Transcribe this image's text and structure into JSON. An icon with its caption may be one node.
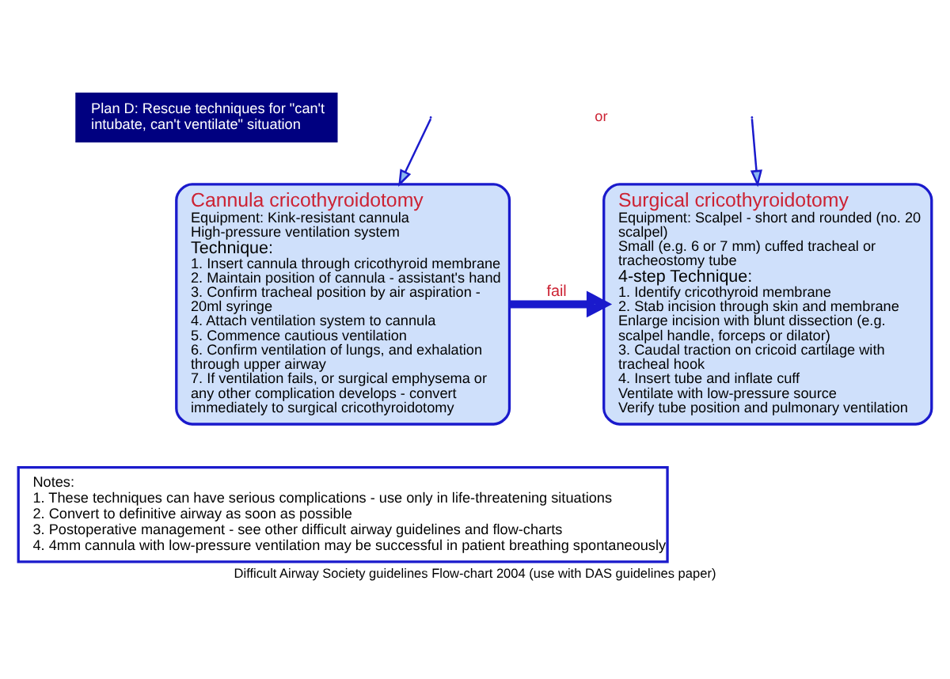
{
  "diagram": {
    "caption": "Difficult Airway Society guidelines Flow-chart 2004 (use with DAS guidelines paper)",
    "nodes": [
      {
        "text": [
          "Plan D: Rescue techniques for \"can't intubate, can't ventilate\" situation"
        ]
      },
      {
        "text": [
          "Cannula cricothyroidotomy",
          "Equipment: Kink-resistant cannula",
          "High-pressure ventilation system",
          "Technique:",
          "1. Insert cannula through cricothyroid membrane",
          "2. Maintain position of cannula - assistant's hand",
          "3. Confirm tracheal position by air aspiration - 20ml syringe",
          "4. Attach ventilation system to cannula",
          "5. Commence cautious ventilation",
          "6. Confirm ventilation of lungs, and exhalation through upper airway",
          "7. If ventilation fails, or surgical emphysema or any other complication develops - convert immediately to surgical cricothyroidotomy"
        ]
      },
      {
        "text": [
          "Surgical cricothyroidotomy",
          "Equipment: Scalpel - short and rounded (no. 20 scalpel)",
          "Small (e.g. 6 or 7 mm) cuffed tracheal or tracheostomy tube",
          "4-step Technique:",
          "1. Identify cricothyroid membrane",
          "2. Stab incision through skin and membrane Enlarge incision with blunt dissection (e.g. scalpel handle, forceps or dilator)",
          "3. Caudal traction on cricoid cartilage with tracheal hook",
          "4. Insert tube and inflate cuff",
          "Ventilate with low-pressure source",
          "Verify tube position and pulmonary ventilation"
        ]
      },
      {
        "text": [
          "Notes:",
          "1. These techniques can have serious complications - use only in life-threatening situations",
          "2. Convert to definitive airway as soon as possible",
          "3. Postoperative management - see other difficult airway guidelines and flow-charts",
          "4. 4mm cannula with low-pressure ventilation may be successful in patient breathing spontaneously"
        ]
      }
    ],
    "edges": [
      {
        "from": null,
        "to": 1,
        "arrow": "to"
      },
      {
        "from": null,
        "to": 2,
        "arrow": "to"
      },
      {
        "from": 1,
        "to": 2,
        "arrow": "to",
        "label": "fail",
        "style": "thick"
      }
    ],
    "labels": [
      "or"
    ]
  }
}
